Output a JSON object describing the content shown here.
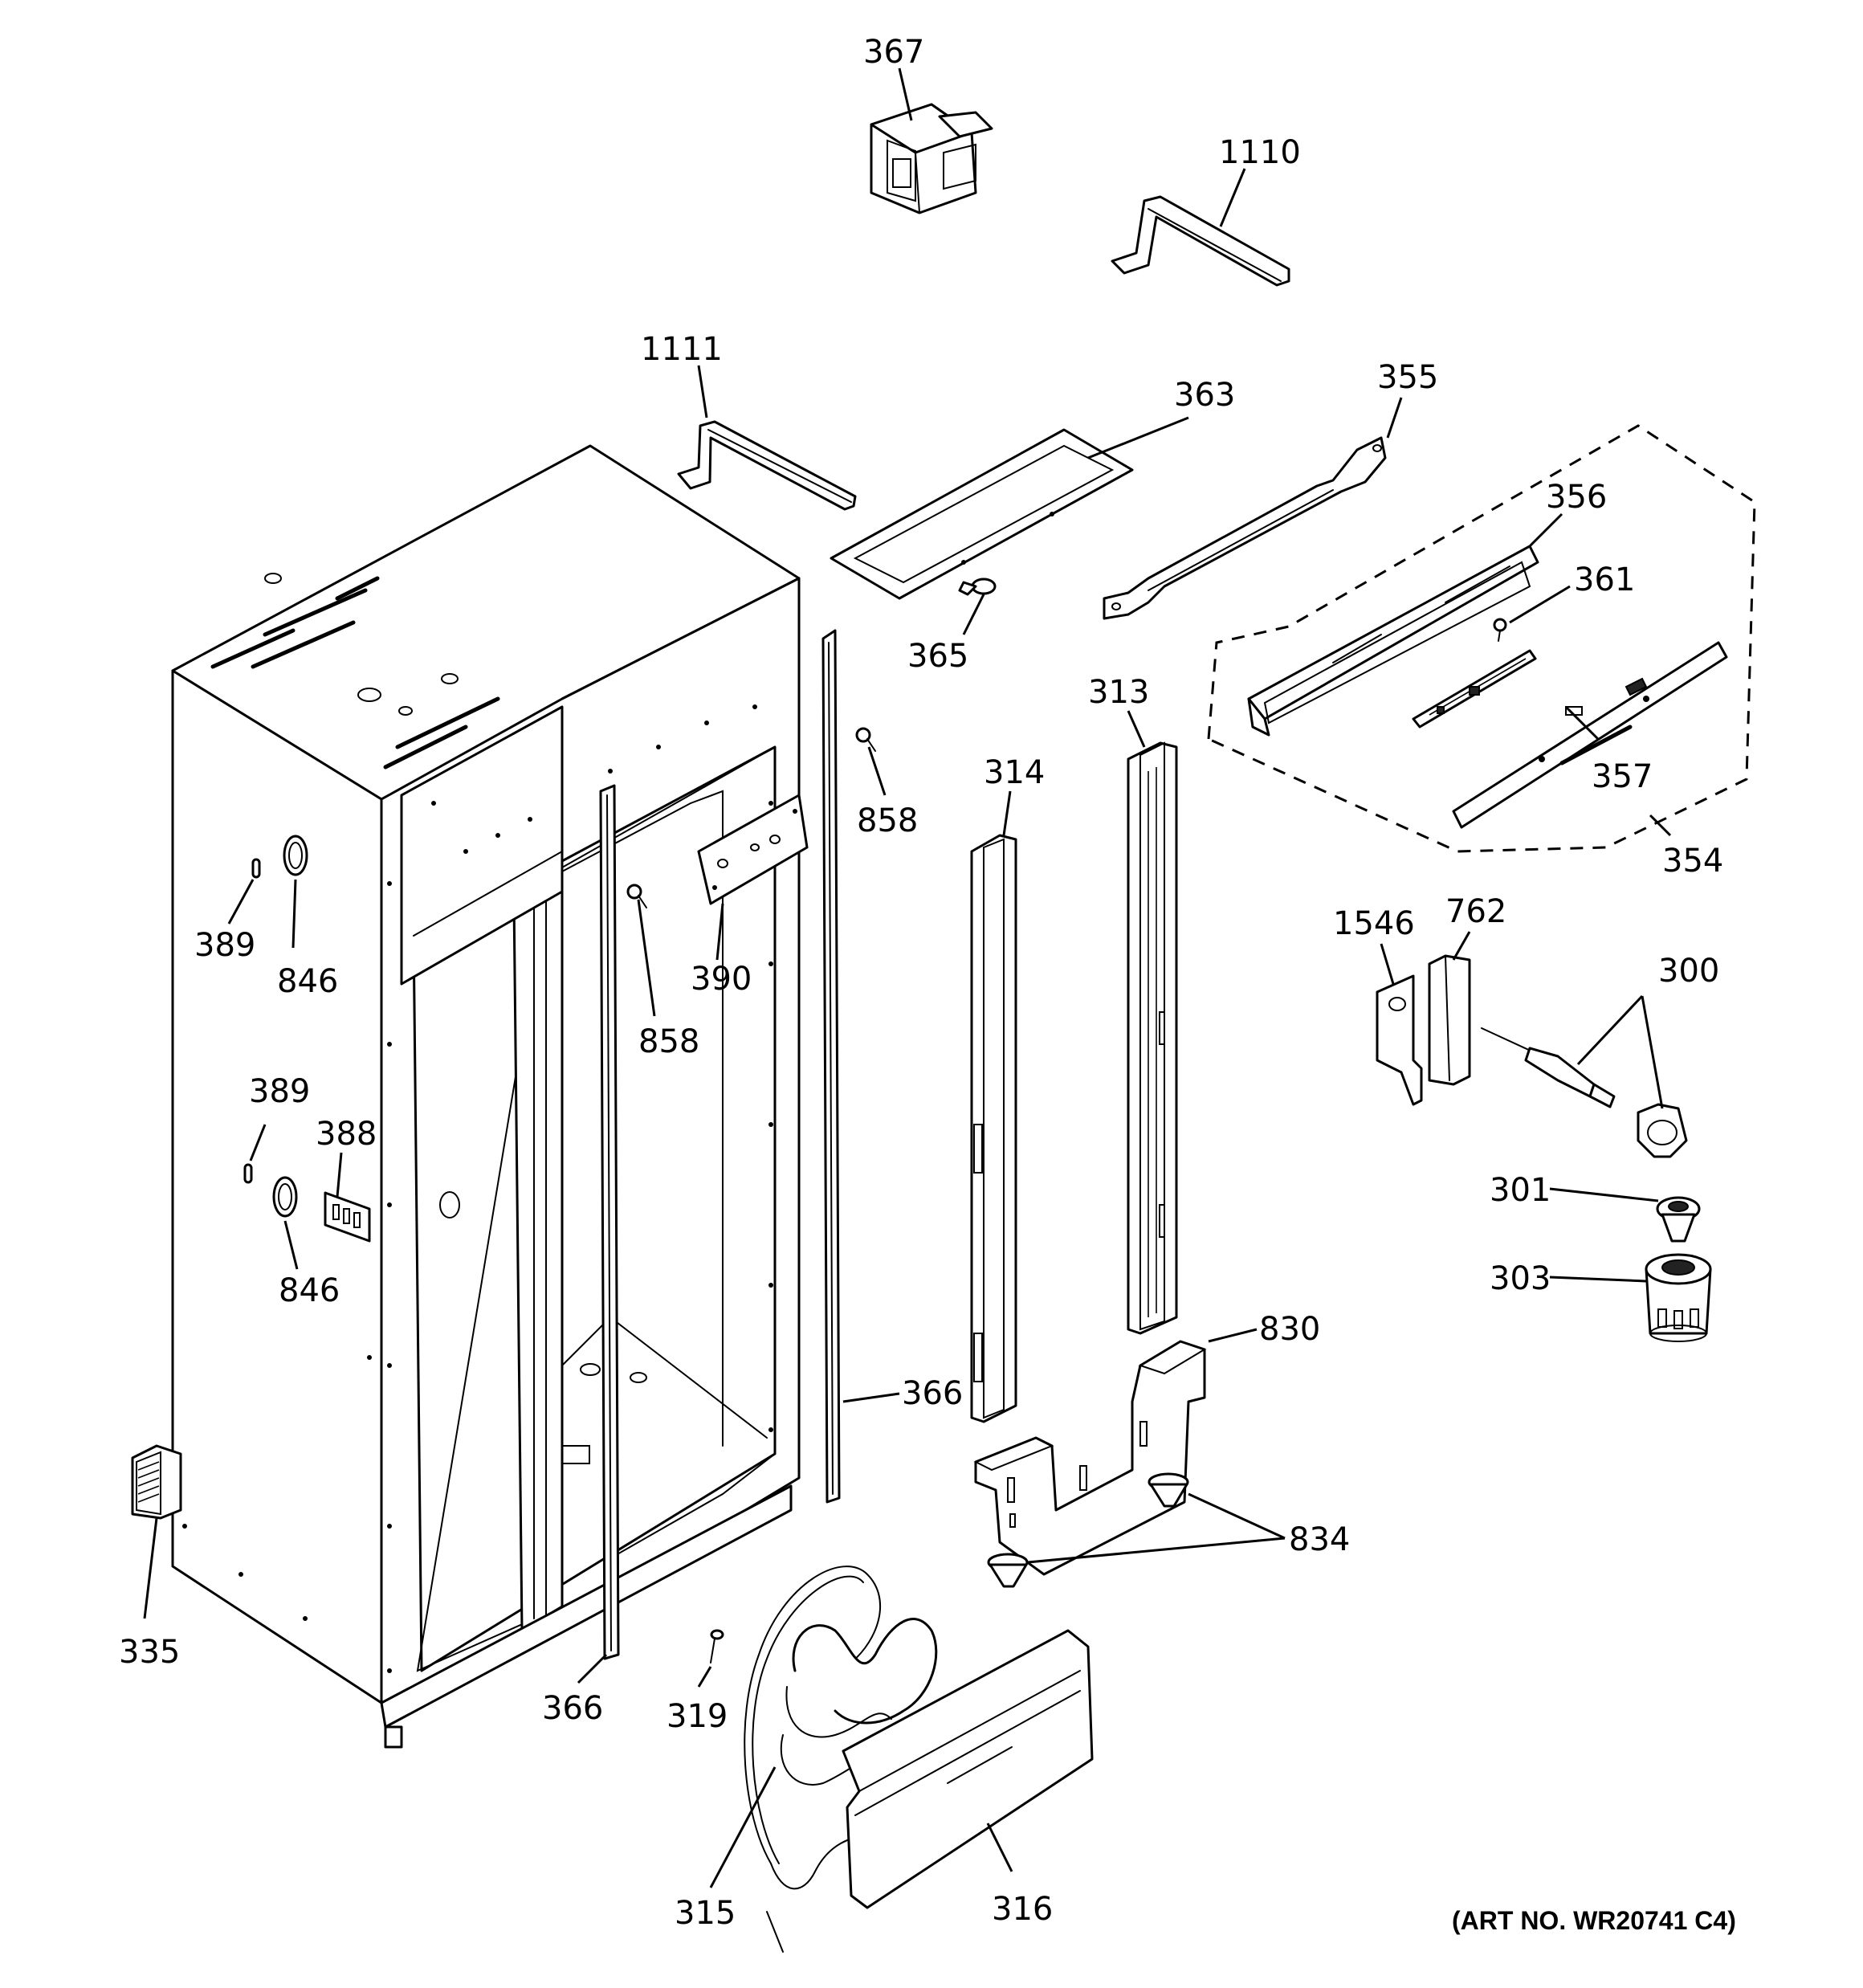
{
  "callouts": {
    "c367": "367",
    "c1110": "1110",
    "c1111": "1111",
    "c363": "363",
    "c355": "355",
    "c356": "356",
    "c361": "361",
    "c365": "365",
    "c313": "313",
    "c314": "314",
    "c858a": "858",
    "c858b": "858",
    "c390": "390",
    "c357": "357",
    "c354": "354",
    "c389a": "389",
    "c846a": "846",
    "c389b": "389",
    "c388": "388",
    "c846b": "846",
    "c1546": "1546",
    "c762": "762",
    "c300": "300",
    "c301": "301",
    "c303": "303",
    "c830": "830",
    "c366a": "366",
    "c366b": "366",
    "c834": "834",
    "c335": "335",
    "c319": "319",
    "c315": "315",
    "c316": "316"
  },
  "art_number": "(ART NO. WR20741 C4)"
}
